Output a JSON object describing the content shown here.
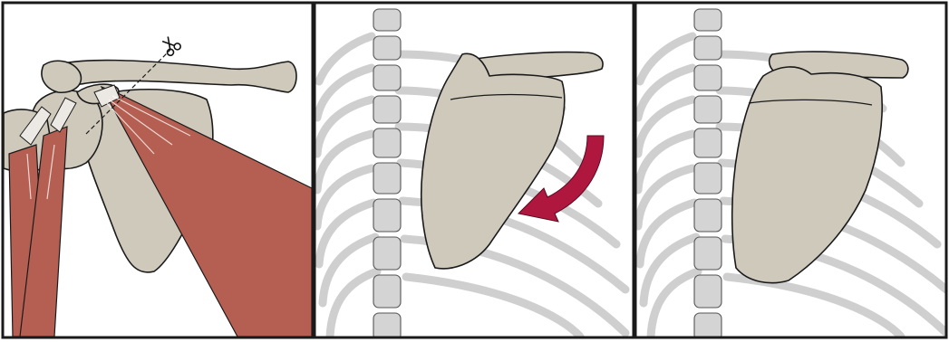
{
  "figure": {
    "panels": [
      {
        "key": "muscle_release",
        "icons": [
          "scissors-icon"
        ]
      },
      {
        "key": "scapula_rotation",
        "icons": [
          "rotation-arrow-icon"
        ],
        "colors": {
          "arrow": "#b0173f"
        }
      },
      {
        "key": "scapula_result",
        "icons": []
      }
    ],
    "colors": {
      "bone": "#cfc9bc",
      "muscle": "#b55f52",
      "ribs": "#cfcfcf",
      "frame": "#1a1a1a"
    }
  }
}
